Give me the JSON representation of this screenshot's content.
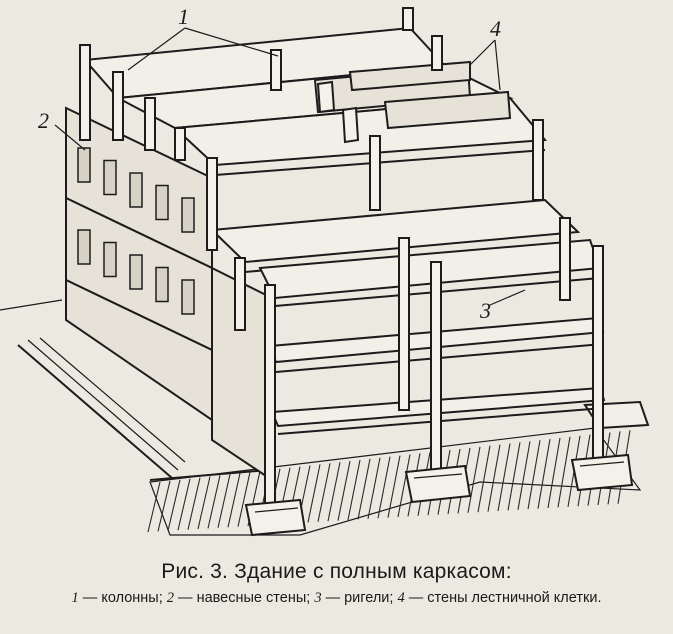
{
  "callouts": {
    "columns_number": "1",
    "walls_number": "2",
    "girders_number": "3",
    "stair_walls_number": "4"
  },
  "caption": {
    "title": "Рис. 3. Здание с полным каркасом:",
    "items": [
      {
        "number": "1",
        "text": " — колонны; "
      },
      {
        "number": "2",
        "text": " — навесные стены; "
      },
      {
        "number": "3",
        "text": " — ригели; "
      },
      {
        "number": "4",
        "text": " — стены лестничной клетки."
      }
    ]
  }
}
